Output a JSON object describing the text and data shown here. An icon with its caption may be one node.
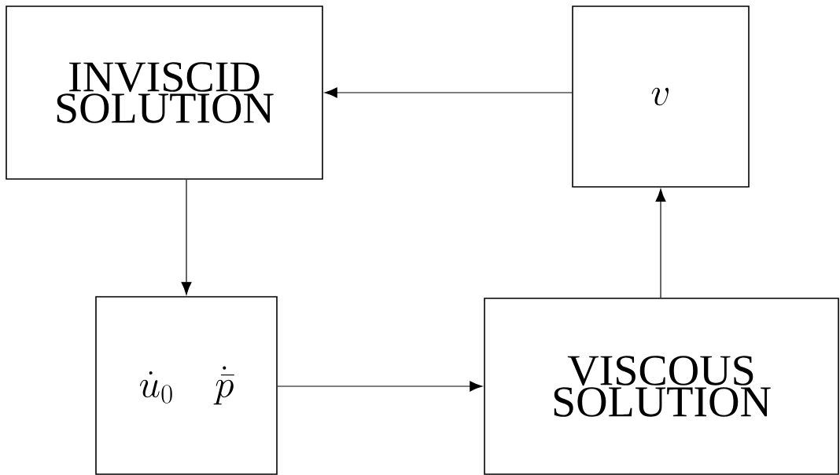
{
  "diagram": {
    "nodes": [
      {
        "text": [
          "INVISCID SOLUTION"
        ]
      },
      {
        "text": [
          "v"
        ]
      },
      {
        "text": [
          "\\dot{u}_0",
          "\\dot{\\bar{p}}"
        ]
      },
      {
        "text": [
          "VISCOUS SOLUTION"
        ]
      }
    ],
    "edges": [
      {
        "from": 1,
        "to": 0,
        "arrow": "to"
      },
      {
        "from": 0,
        "to": 2,
        "arrow": "to"
      },
      {
        "from": 2,
        "to": 3,
        "arrow": "to"
      },
      {
        "from": 3,
        "to": 1,
        "arrow": "to"
      }
    ]
  }
}
